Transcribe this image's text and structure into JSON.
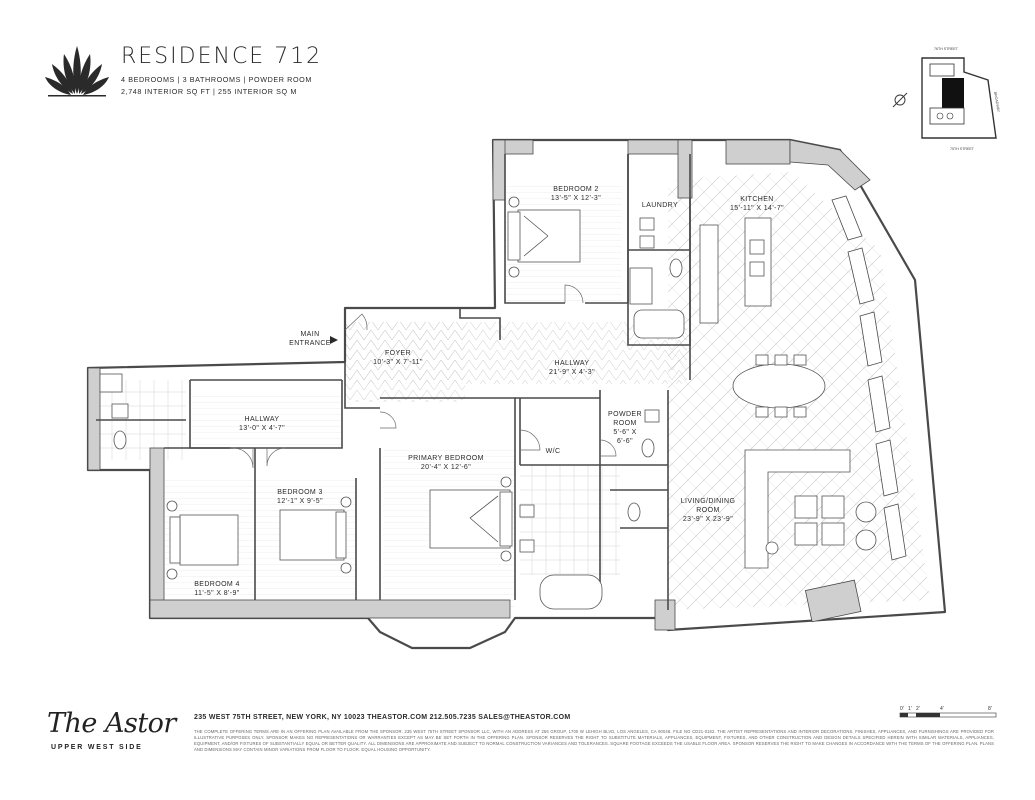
{
  "header": {
    "title": "RESIDENCE 712",
    "subtitle_line1": "4 BEDROOMS | 3 BATHROOMS | POWDER ROOM",
    "subtitle_line2": "2,748 INTERIOR SQ FT | 255 INTERIOR SQ M"
  },
  "keyplan": {
    "street_top": "76TH STREET",
    "street_bottom": "75TH STREET",
    "avenue": "BROADWAY"
  },
  "rooms": {
    "bedroom2": {
      "name": "BEDROOM 2",
      "size": "13'-5\" X 12'-3\""
    },
    "laundry": {
      "name": "LAUNDRY"
    },
    "kitchen": {
      "name": "KITCHEN",
      "size": "15'-11\" X 14'-7\""
    },
    "main_entrance_1": "MAIN",
    "main_entrance_2": "ENTRANCE",
    "foyer": {
      "name": "FOYER",
      "size": "10'-3\" X 7'-11\""
    },
    "hallway_main": {
      "name": "HALLWAY",
      "size": "21'-9\" X 4'-3\""
    },
    "hallway_west": {
      "name": "HALLWAY",
      "size": "13'-0\" X 4'-7\""
    },
    "wic": {
      "name": "W/C"
    },
    "powder_room_1": "POWDER",
    "powder_room_2": "ROOM",
    "powder_room_size_1": "5'-6\" X",
    "powder_room_size_2": "6'-6\"",
    "primary_bedroom": {
      "name": "PRIMARY BEDROOM",
      "size": "20'-4\" X 12'-6\""
    },
    "bedroom3": {
      "name": "BEDROOM 3",
      "size": "12'-1\" X 9'-5\""
    },
    "bedroom4": {
      "name": "BEDROOM 4",
      "size": "11'-5\" X 8'-9\""
    },
    "living_dining_1": "LIVING/DINING",
    "living_dining_2": "ROOM",
    "living_dining_size": "23'-9\" X 23'-9\""
  },
  "footer": {
    "brand": "The Astor",
    "brand_sub": "UPPER WEST SIDE",
    "contact": "235 WEST 75TH STREET, NEW YORK, NY 10023    THEASTOR.COM    212.505.7235    SALES@THEASTOR.COM",
    "disclaimer": "THE COMPLETE OFFERING TERMS ARE IN AN OFFERING PLAN AVAILABLE FROM THE SPONSOR. 235 WEST 75TH STREET SPONSOR LLC, WITH AN ADDRESS AT 256 GROUP, 1700 W LEHIGH BLVD, LOS ANGELES, CA 90048. FILE NO CD21-0162. THE ARTIST REPRESENTATIONS AND INTERIOR DECORATIONS, FINISHES, APPLIANCES, AND FURNISHINGS ARE PROVIDED FOR ILLUSTRATIVE PURPOSES ONLY. SPONSOR MAKES NO REPRESENTATIONS OR WARRANTIES EXCEPT AS MAY BE SET FORTH IN THE OFFERING PLAN. SPONSOR RESERVES THE RIGHT TO SUBSTITUTE MATERIALS, APPLIANCES, EQUIPMENT, FIXTURES, AND OTHER CONSTRUCTION AND DESIGN DETAILS SPECIFIED HEREIN WITH SIMILAR MATERIALS, APPLIANCES, EQUIPMENT, AND/OR FIXTURES OF SUBSTANTIALLY EQUAL OR BETTER QUALITY. ALL DIMENSIONS ARE APPROXIMATE AND SUBJECT TO NORMAL CONSTRUCTION VARIANCES AND TOLERANCES. SQUARE FOOTAGE EXCEEDS THE USABLE FLOOR AREA. SPONSOR RESERVES THE RIGHT TO MAKE CHANGES IN ACCORDANCE WITH THE TERMS OF THE OFFERING PLAN. PLANS AND DIMENSIONS MAY CONTAIN MINOR VARIATIONS FROM FLOOR TO FLOOR. EQUAL HOUSING OPPORTUNITY."
  },
  "scale": {
    "labels": [
      "0'",
      "1'",
      "2'",
      "4'",
      "8'"
    ]
  },
  "colors": {
    "ink": "#2a2a2a",
    "wall": "#c9c9c9",
    "wall_stroke": "#4a4a4a",
    "floor_line": "#bdbdbd"
  }
}
